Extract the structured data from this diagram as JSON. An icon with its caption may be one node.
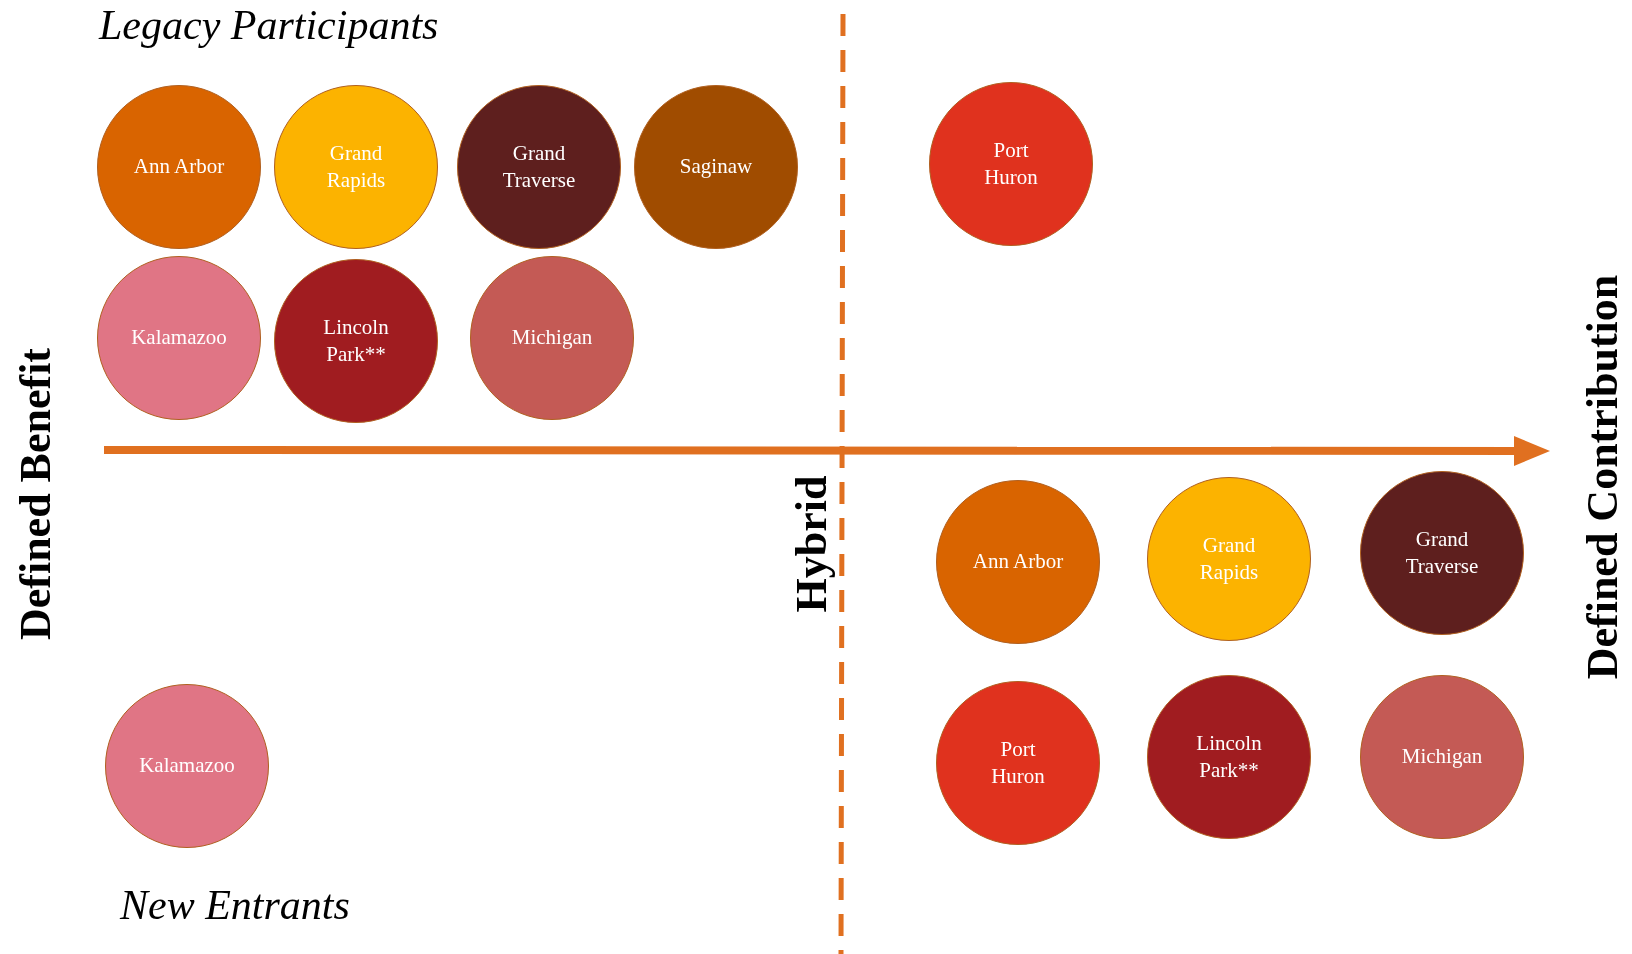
{
  "diagram": {
    "nodes": [
      {
        "text": [
          "Ann Arbor"
        ]
      },
      {
        "text": [
          "Grand Rapids"
        ]
      },
      {
        "text": [
          "Grand Traverse"
        ]
      },
      {
        "text": [
          "Saginaw"
        ]
      },
      {
        "text": [
          "Port Huron"
        ]
      },
      {
        "text": [
          "Kalamazoo"
        ]
      },
      {
        "text": [
          "Lincoln Park**"
        ]
      },
      {
        "text": [
          "Michigan"
        ]
      },
      {
        "text": [
          "Ann Arbor"
        ]
      },
      {
        "text": [
          "Grand Rapids"
        ]
      },
      {
        "text": [
          "Grand Traverse"
        ]
      },
      {
        "text": [
          "Port Huron"
        ]
      },
      {
        "text": [
          "Lincoln Park**"
        ]
      },
      {
        "text": [
          "Michigan"
        ]
      },
      {
        "text": [
          "Kalamazoo"
        ]
      }
    ],
    "labels": [
      "Legacy Participants",
      "Defined Benefit",
      "Hybrid",
      "Defined Contribution",
      "New Entrants"
    ]
  }
}
